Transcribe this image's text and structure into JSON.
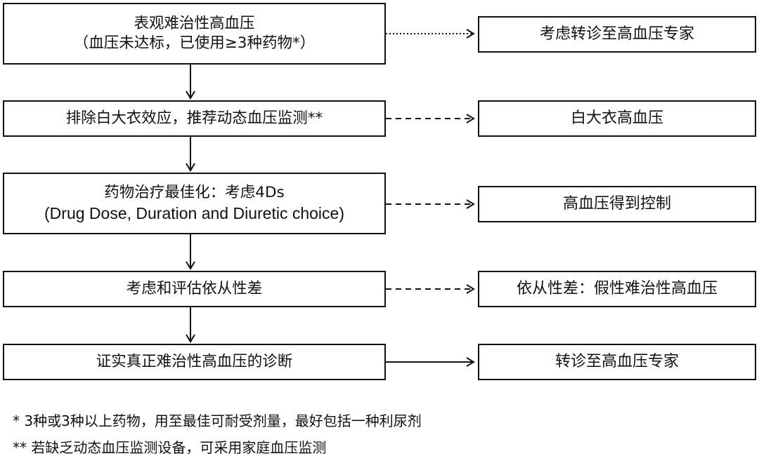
{
  "flow": {
    "steps": [
      {
        "line1": "表观难治性高血压",
        "line2": "（血压未达标，已使用≥3种药物*）"
      },
      {
        "line1": "排除白大衣效应，推荐动态血压监测**"
      },
      {
        "line1": "药物治疗最佳化：考虑4Ds",
        "line2": "(Drug Dose, Duration and Diuretic choice)"
      },
      {
        "line1": "考虑和评估依从性差"
      },
      {
        "line1": "证实真正难治性高血压的诊断"
      }
    ],
    "outcomes": [
      {
        "label": "考虑转诊至高血压专家",
        "connector": "dotted"
      },
      {
        "label": "白大衣高血压",
        "connector": "dashed"
      },
      {
        "label": "高血压得到控制",
        "connector": "dashed"
      },
      {
        "label": "依从性差：假性难治性高血压",
        "connector": "dashed"
      },
      {
        "label": "转诊至高血压专家",
        "connector": "solid"
      }
    ]
  },
  "footnotes": [
    "* 3种或3种以上药物，用至最佳可耐受剂量，最好包括一种利尿剂",
    "** 若缺乏动态血压监测设备，可采用家庭血压监测"
  ]
}
